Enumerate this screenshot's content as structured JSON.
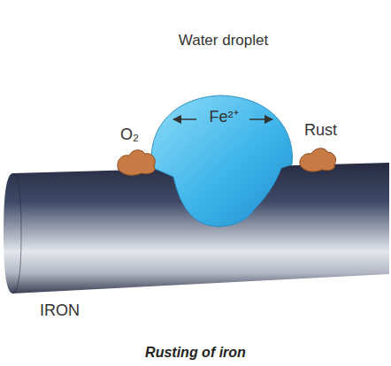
{
  "diagram": {
    "caption": "Rusting of iron",
    "nodes": [
      {
        "text": [
          "Water droplet",
          "Fe²⁺"
        ]
      },
      {
        "text": [
          "IRON"
        ]
      }
    ],
    "labels": [
      "O₂",
      "Rust"
    ]
  }
}
